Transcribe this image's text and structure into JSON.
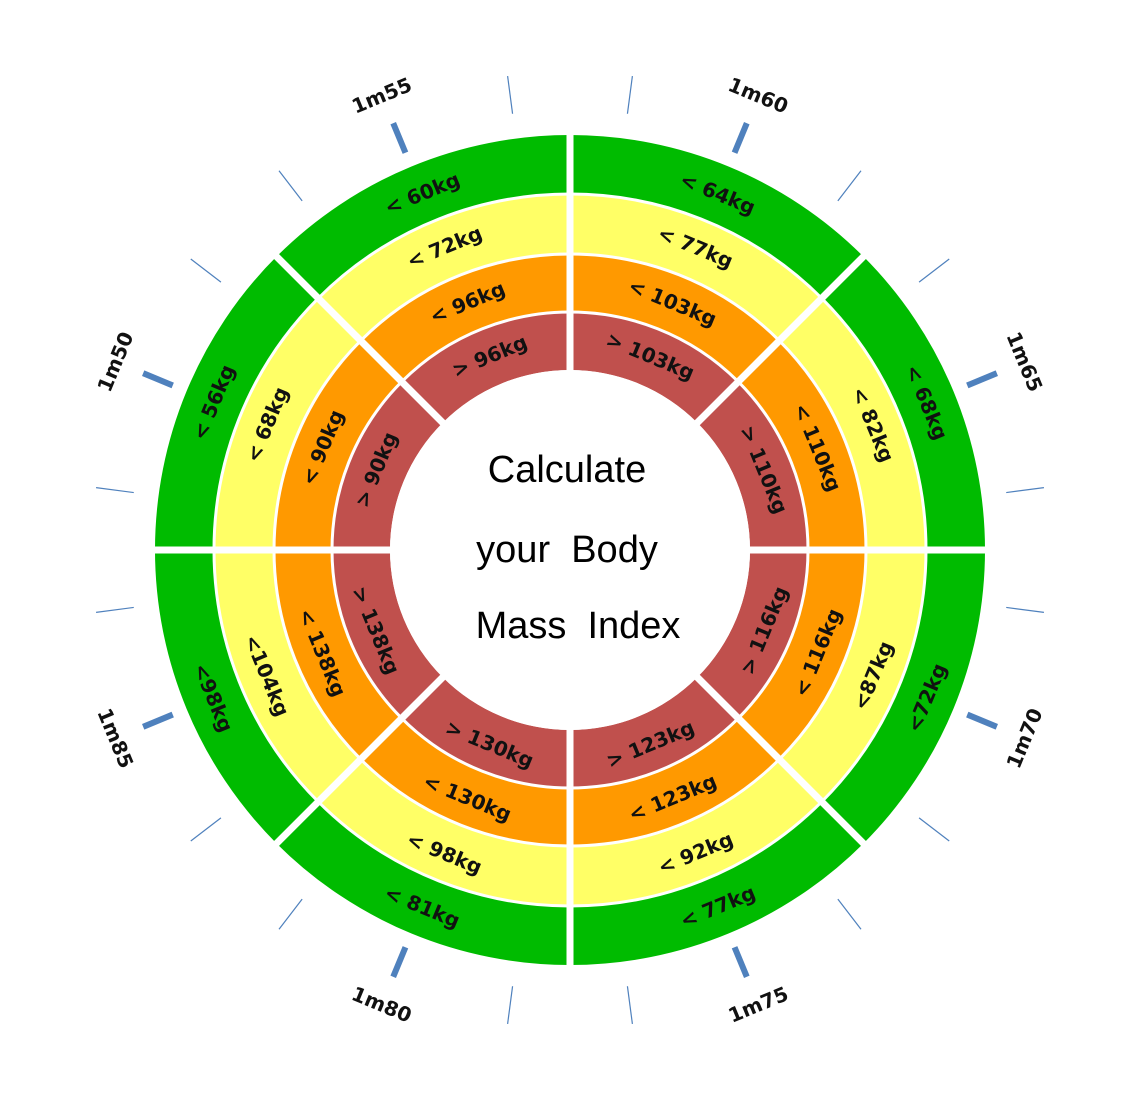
{
  "center": {
    "lines": [
      "Calculate",
      "your  Body",
      "Mass  Index"
    ]
  },
  "colors": {
    "green": "#00bb00",
    "yellow": "#ffff66",
    "orange": "#ff9900",
    "red": "#c0504d",
    "tick": "#4f81bd"
  },
  "heights": [
    "1m55",
    "1m60",
    "1m65",
    "1m70",
    "1m75",
    "1m80",
    "1m85",
    "1m50"
  ],
  "sectors": [
    {
      "height": "1m55",
      "green": "< 60kg",
      "yellow": "< 72kg",
      "orange": "< 96kg",
      "red": "> 96kg"
    },
    {
      "height": "1m60",
      "green": "< 64kg",
      "yellow": "< 77kg",
      "orange": "< 103kg",
      "red": "> 103kg"
    },
    {
      "height": "1m65",
      "green": "< 68kg",
      "yellow": "< 82kg",
      "orange": "< 110kg",
      "red": "> 110kg"
    },
    {
      "height": "1m70",
      "green": "<72kg",
      "yellow": "<87kg",
      "orange": "< 116kg",
      "red": "> 116kg"
    },
    {
      "height": "1m75",
      "green": "< 77kg",
      "yellow": "< 92kg",
      "orange": "< 123kg",
      "red": "> 123kg"
    },
    {
      "height": "1m80",
      "green": "< 81kg",
      "yellow": "< 98kg",
      "orange": "< 130kg",
      "red": "> 130kg"
    },
    {
      "height": "1m85",
      "green": "<98kg",
      "yellow": "<104kg",
      "orange": "< 138kg",
      "red": "> 138kg"
    },
    {
      "height": "1m50",
      "green": "< 56kg",
      "yellow": "< 68kg",
      "orange": "< 90kg",
      "red": "> 90kg"
    }
  ]
}
